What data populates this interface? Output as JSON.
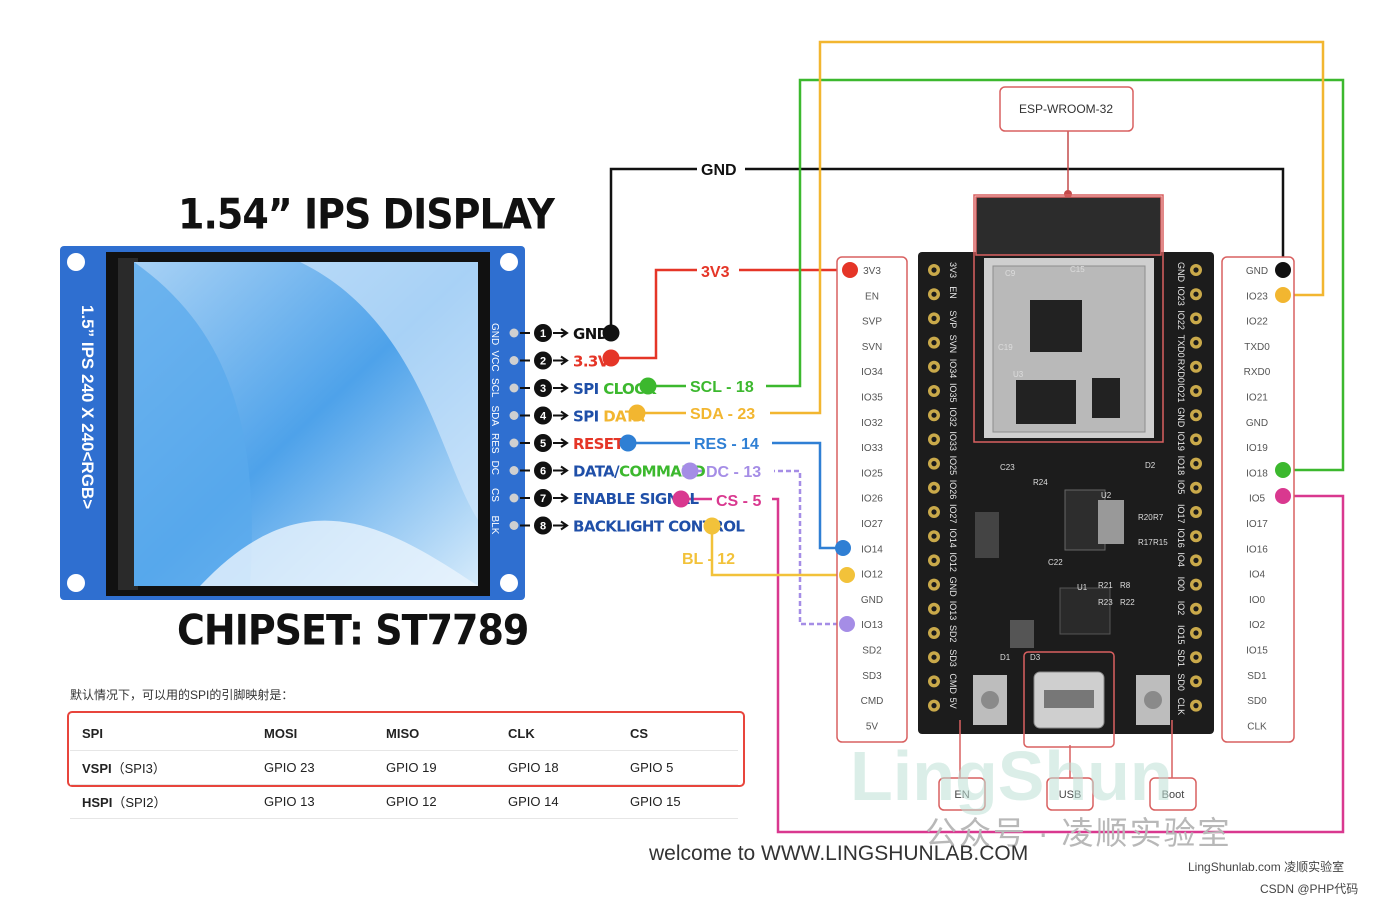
{
  "display": {
    "title": "1.54” IPS DISPLAY",
    "side_label": "1.5” IPS 240 X 240<RGB>",
    "chipset": "CHIPSET: ST7789",
    "header_pins": [
      "GND",
      "VCC",
      "SCL",
      "SDA",
      "RES",
      "DC",
      "CS",
      "BLK"
    ],
    "pins": [
      {
        "num": "1",
        "parts": [
          {
            "t": "GND",
            "c": "#111111"
          }
        ],
        "dot": "#111111"
      },
      {
        "num": "2",
        "parts": [
          {
            "t": "3.3V",
            "c": "#e53527"
          }
        ],
        "dot": "#e53527"
      },
      {
        "num": "3",
        "parts": [
          {
            "t": "SPI ",
            "c": "#1f4fa8"
          },
          {
            "t": "CLOCK",
            "c": "#3cb82e"
          }
        ],
        "dot": "#3cb82e"
      },
      {
        "num": "4",
        "parts": [
          {
            "t": "SPI ",
            "c": "#1f4fa8"
          },
          {
            "t": "DATA",
            "c": "#f2b630"
          }
        ],
        "dot": "#f2b630"
      },
      {
        "num": "5",
        "parts": [
          {
            "t": "RESET",
            "c": "#e53527"
          }
        ],
        "dot": "#2f7fd4"
      },
      {
        "num": "6",
        "parts": [
          {
            "t": "DATA/",
            "c": "#1f4fa8"
          },
          {
            "t": "COMMAND",
            "c": "#3cb82e"
          }
        ],
        "dot": "#a58de6"
      },
      {
        "num": "7",
        "parts": [
          {
            "t": "ENABLE SIGNAL",
            "c": "#1f4fa8"
          }
        ],
        "dot": "#d9388f"
      },
      {
        "num": "8",
        "parts": [
          {
            "t": "BACKLIGHT CONTROL",
            "c": "#1f4fa8"
          }
        ],
        "dot": "#f2c23a"
      }
    ]
  },
  "wires": {
    "gnd": "GND",
    "v33": "3V3",
    "scl": "SCL - 18",
    "sda": "SDA - 23",
    "res": "RES - 14",
    "dc": "DC - 13",
    "cs": "CS - 5",
    "bl": "BL - 12"
  },
  "board": {
    "module": "ESP-WROOM-32",
    "left_pins": [
      "3V3",
      "EN",
      "SVP",
      "SVN",
      "IO34",
      "IO35",
      "IO32",
      "IO33",
      "IO25",
      "IO26",
      "IO27",
      "IO14",
      "IO12",
      "GND",
      "IO13",
      "SD2",
      "SD3",
      "CMD",
      "5V"
    ],
    "right_pins": [
      "GND",
      "IO23",
      "IO22",
      "TXD0",
      "RXD0",
      "IO21",
      "GND",
      "IO19",
      "IO18",
      "IO5",
      "IO17",
      "IO16",
      "IO4",
      "IO0",
      "IO2",
      "IO15",
      "SD1",
      "SD0",
      "CLK"
    ],
    "buttons": [
      "EN",
      "USB",
      "Boot"
    ],
    "silk_left": [
      "3V3",
      "EN",
      "SVP",
      "SVN",
      "IO34",
      "IO35",
      "IO32",
      "IO33",
      "IO25",
      "IO26",
      "IO27",
      "IO14",
      "IO12",
      "GND",
      "IO13",
      "SD2",
      "SD3",
      "CMD",
      "5V"
    ],
    "silk_right": [
      "GND",
      "IO23",
      "IO22",
      "TXD0",
      "RXD0",
      "IO21",
      "GND",
      "IO19",
      "IO18",
      "IO5",
      "IO17",
      "IO16",
      "IO4",
      "IO0",
      "IO2",
      "IO15",
      "SD1",
      "SD0",
      "CLK"
    ],
    "chip_labels": [
      "D2",
      "R24",
      "C23",
      "U2",
      "U3",
      "C22",
      "R20",
      "R7",
      "R15",
      "R21",
      "R17",
      "R23",
      "R8",
      "R22",
      "U1",
      "D1",
      "C19",
      "D3",
      "C9",
      "C15"
    ]
  },
  "table": {
    "caption": "默认情况下，可以用的SPI的引脚映射是：",
    "headers": [
      "SPI",
      "MOSI",
      "MISO",
      "CLK",
      "CS"
    ],
    "rows": [
      {
        "name": "VSPI",
        "sub": "（SPI3）",
        "cells": [
          "GPIO 23",
          "GPIO 19",
          "GPIO 18",
          "GPIO 5"
        ]
      },
      {
        "name": "HSPI",
        "sub": "（SPI2）",
        "cells": [
          "GPIO 13",
          "GPIO 12",
          "GPIO 14",
          "GPIO 15"
        ]
      }
    ]
  },
  "footer": {
    "welcome": "welcome to WWW.LINGSHUNLAB.COM",
    "watermark_cn": "公众号 · 凌顺实验室",
    "watermark_logo": "LingShun",
    "site": "LingShunlab.com 凌顺实验室",
    "csdn": "CSDN @PHP代码"
  },
  "colors": {
    "gnd": "#111111",
    "v33": "#e53527",
    "scl": "#3cb82e",
    "sda": "#f2b630",
    "res": "#2f7fd4",
    "dc": "#a58de6",
    "cs": "#d9388f",
    "bl": "#f2c23a",
    "board": "#1c1c1c",
    "highlight": "#e8453c",
    "display_frame": "#2f6fd0"
  }
}
